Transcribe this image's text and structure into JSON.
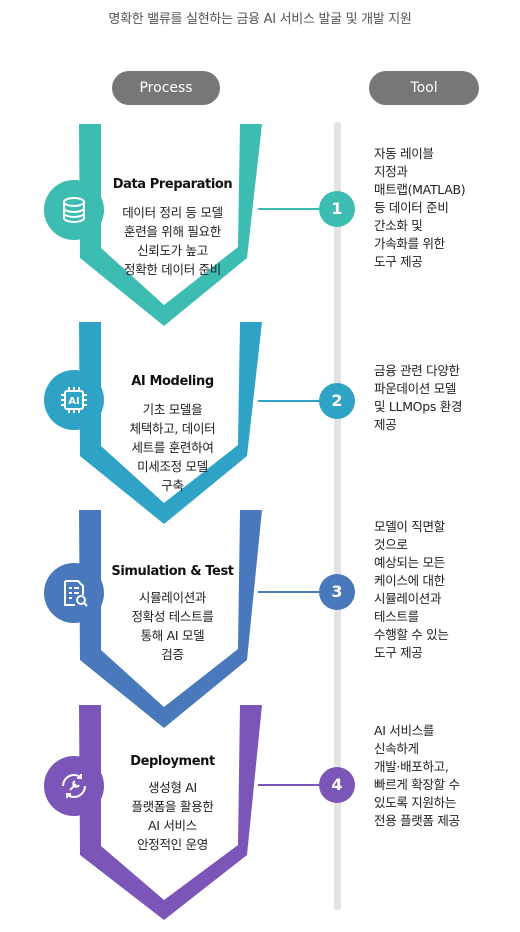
{
  "subtitle": "명확한 밸류를 실현하는 금융 AI 서비스 발굴 및 개발 지원",
  "headers": {
    "process": "Process",
    "tool": "Tool"
  },
  "steps": [
    {
      "title": "Data Preparation",
      "desc": "데이터 정리 등 모델\n훈련을 위해 필요한\n신뢰도가 높고\n정확한 데이터 준비",
      "number": "1",
      "tool": "자동 레이블\n지정과\n매트랩(MATLAB)\n등 데이터 준비\n간소화 및\n가속화를 위한\n도구 제공",
      "color": "#3dbdb1",
      "icon": "database-icon"
    },
    {
      "title": "AI Modeling",
      "desc": "기초 모델을\n체택하고, 데이터\n세트를 훈련하여\n미세조정 모델\n구축",
      "number": "2",
      "tool": "금융 관련 다양한\n파운데이션 모델\n및 LLMOps 환경\n제공",
      "color": "#2fa3c5",
      "icon": "ai-chip-icon"
    },
    {
      "title": "Simulation & Test",
      "desc": "시뮬레이션과\n정확성 테스트를\n통해 AI 모델\n검증",
      "number": "3",
      "tool": "모델이 직면할\n것으로\n예상되는 모든\n케이스에 대한\n시뮬레이션과\n테스트를\n수행할 수 있는\n도구 제공",
      "color": "#4a78bd",
      "icon": "document-search-icon"
    },
    {
      "title": "Deployment",
      "desc": "생성형 AI\n플랫폼을 활용한\nAI 서비스\n안정적인 운영",
      "number": "4",
      "tool": "AI 서비스를\n신속하게\n개발·배포하고,\n빠르게 확장할 수\n있도록 지원하는\n전용 플랫폼 제공",
      "color": "#7b55b8",
      "icon": "wrench-cycle-icon"
    }
  ]
}
